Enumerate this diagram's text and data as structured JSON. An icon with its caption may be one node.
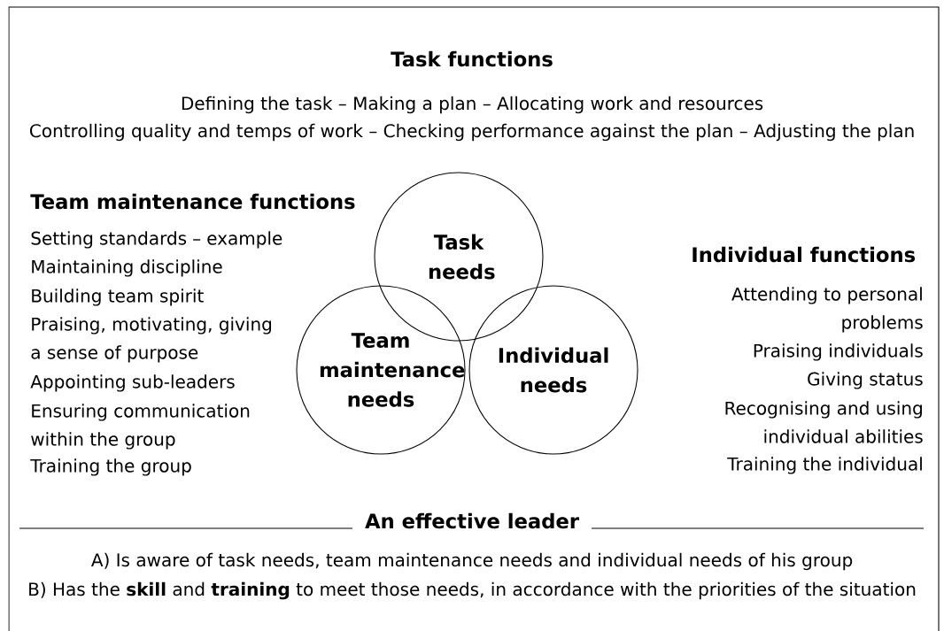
{
  "diagram": {
    "title": "Task functions",
    "nodes": [
      {
        "text": [
          "Task needs"
        ]
      },
      {
        "text": [
          "Team maintenance needs"
        ]
      },
      {
        "text": [
          "Individual needs"
        ]
      }
    ],
    "labels": [
      "Defining the task – Making a plan – Allocating work and resources",
      "Controlling quality and temps of work – Checking performance against the plan – Adjusting the plan",
      "Team maintenance functions",
      "Setting standards – example",
      "Maintaining discipline",
      "Building team spirit",
      "Praising, motivating, giving a sense of purpose",
      "Appointing sub-leaders",
      "Ensuring communication within the group",
      "Training the group",
      "Individual functions",
      "Attending to personal problems",
      "Praising individuals",
      "Giving status",
      "Recognising and using individual abilities",
      "Training the individual",
      "An effective leader",
      "A) Is aware of task needs, team maintenance needs and individual needs of his group",
      "B) Has the **skill** and **training** to meet those needs, in accordance with the priorities of the situation"
    ]
  }
}
